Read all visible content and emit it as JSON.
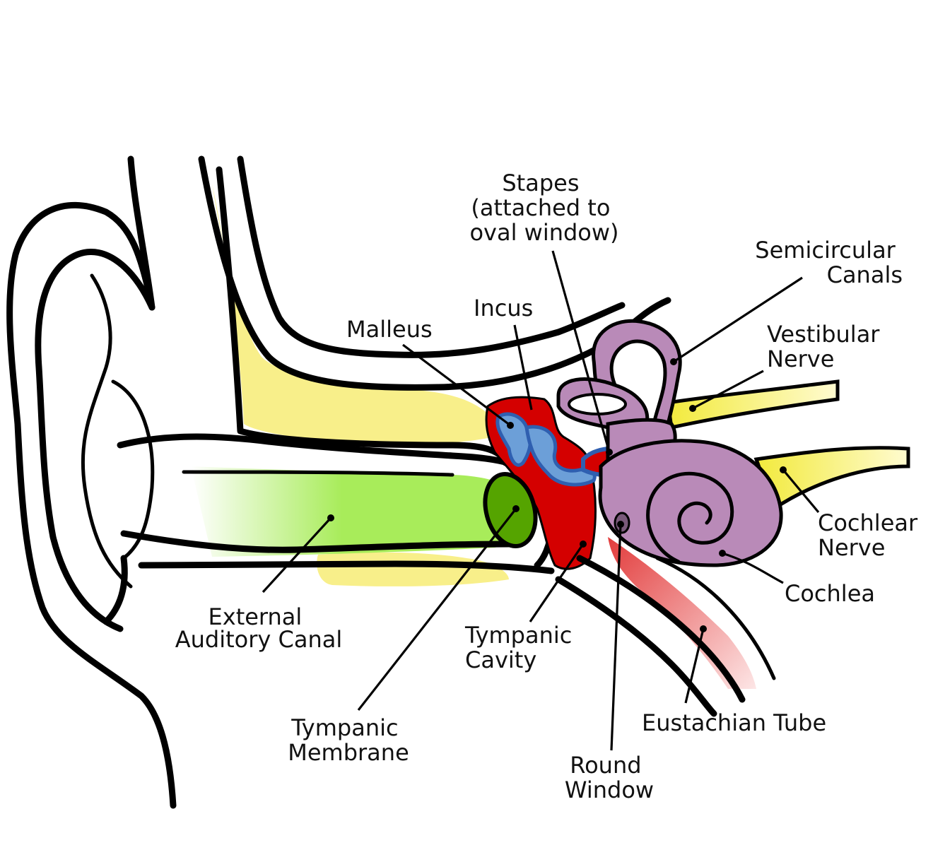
{
  "colors": {
    "canal_green": "#a8ec5a",
    "membrane_green": "#55a400",
    "bone_yellow": "#f8ef8a",
    "cavity_red": "#d40000",
    "ossicle_blue": "#6c9fd8",
    "ossicle_dark_blue": "#2f5fb0",
    "inner_ear_purple": "#b98ab8",
    "nerve_yellow": "#f2ea3c",
    "tube_pink": "#f2a4a4"
  },
  "labels": {
    "stapes": [
      "Stapes",
      "(attached to",
      "oval window)"
    ],
    "semicircular": [
      "Semicircular",
      "Canals"
    ],
    "incus": [
      "Incus"
    ],
    "malleus": [
      "Malleus"
    ],
    "vestibular": [
      "Vestibular",
      "Nerve"
    ],
    "cochlear_nerve": [
      "Cochlear",
      "Nerve"
    ],
    "cochlea": [
      "Cochlea"
    ],
    "external_canal": [
      "External",
      "Auditory Canal"
    ],
    "tympanic_cavity": [
      "Tympanic",
      "Cavity"
    ],
    "eustachian": [
      "Eustachian Tube"
    ],
    "tympanic_membrane": [
      "Tympanic",
      "Membrane"
    ],
    "round_window": [
      "Round",
      "Window"
    ]
  }
}
